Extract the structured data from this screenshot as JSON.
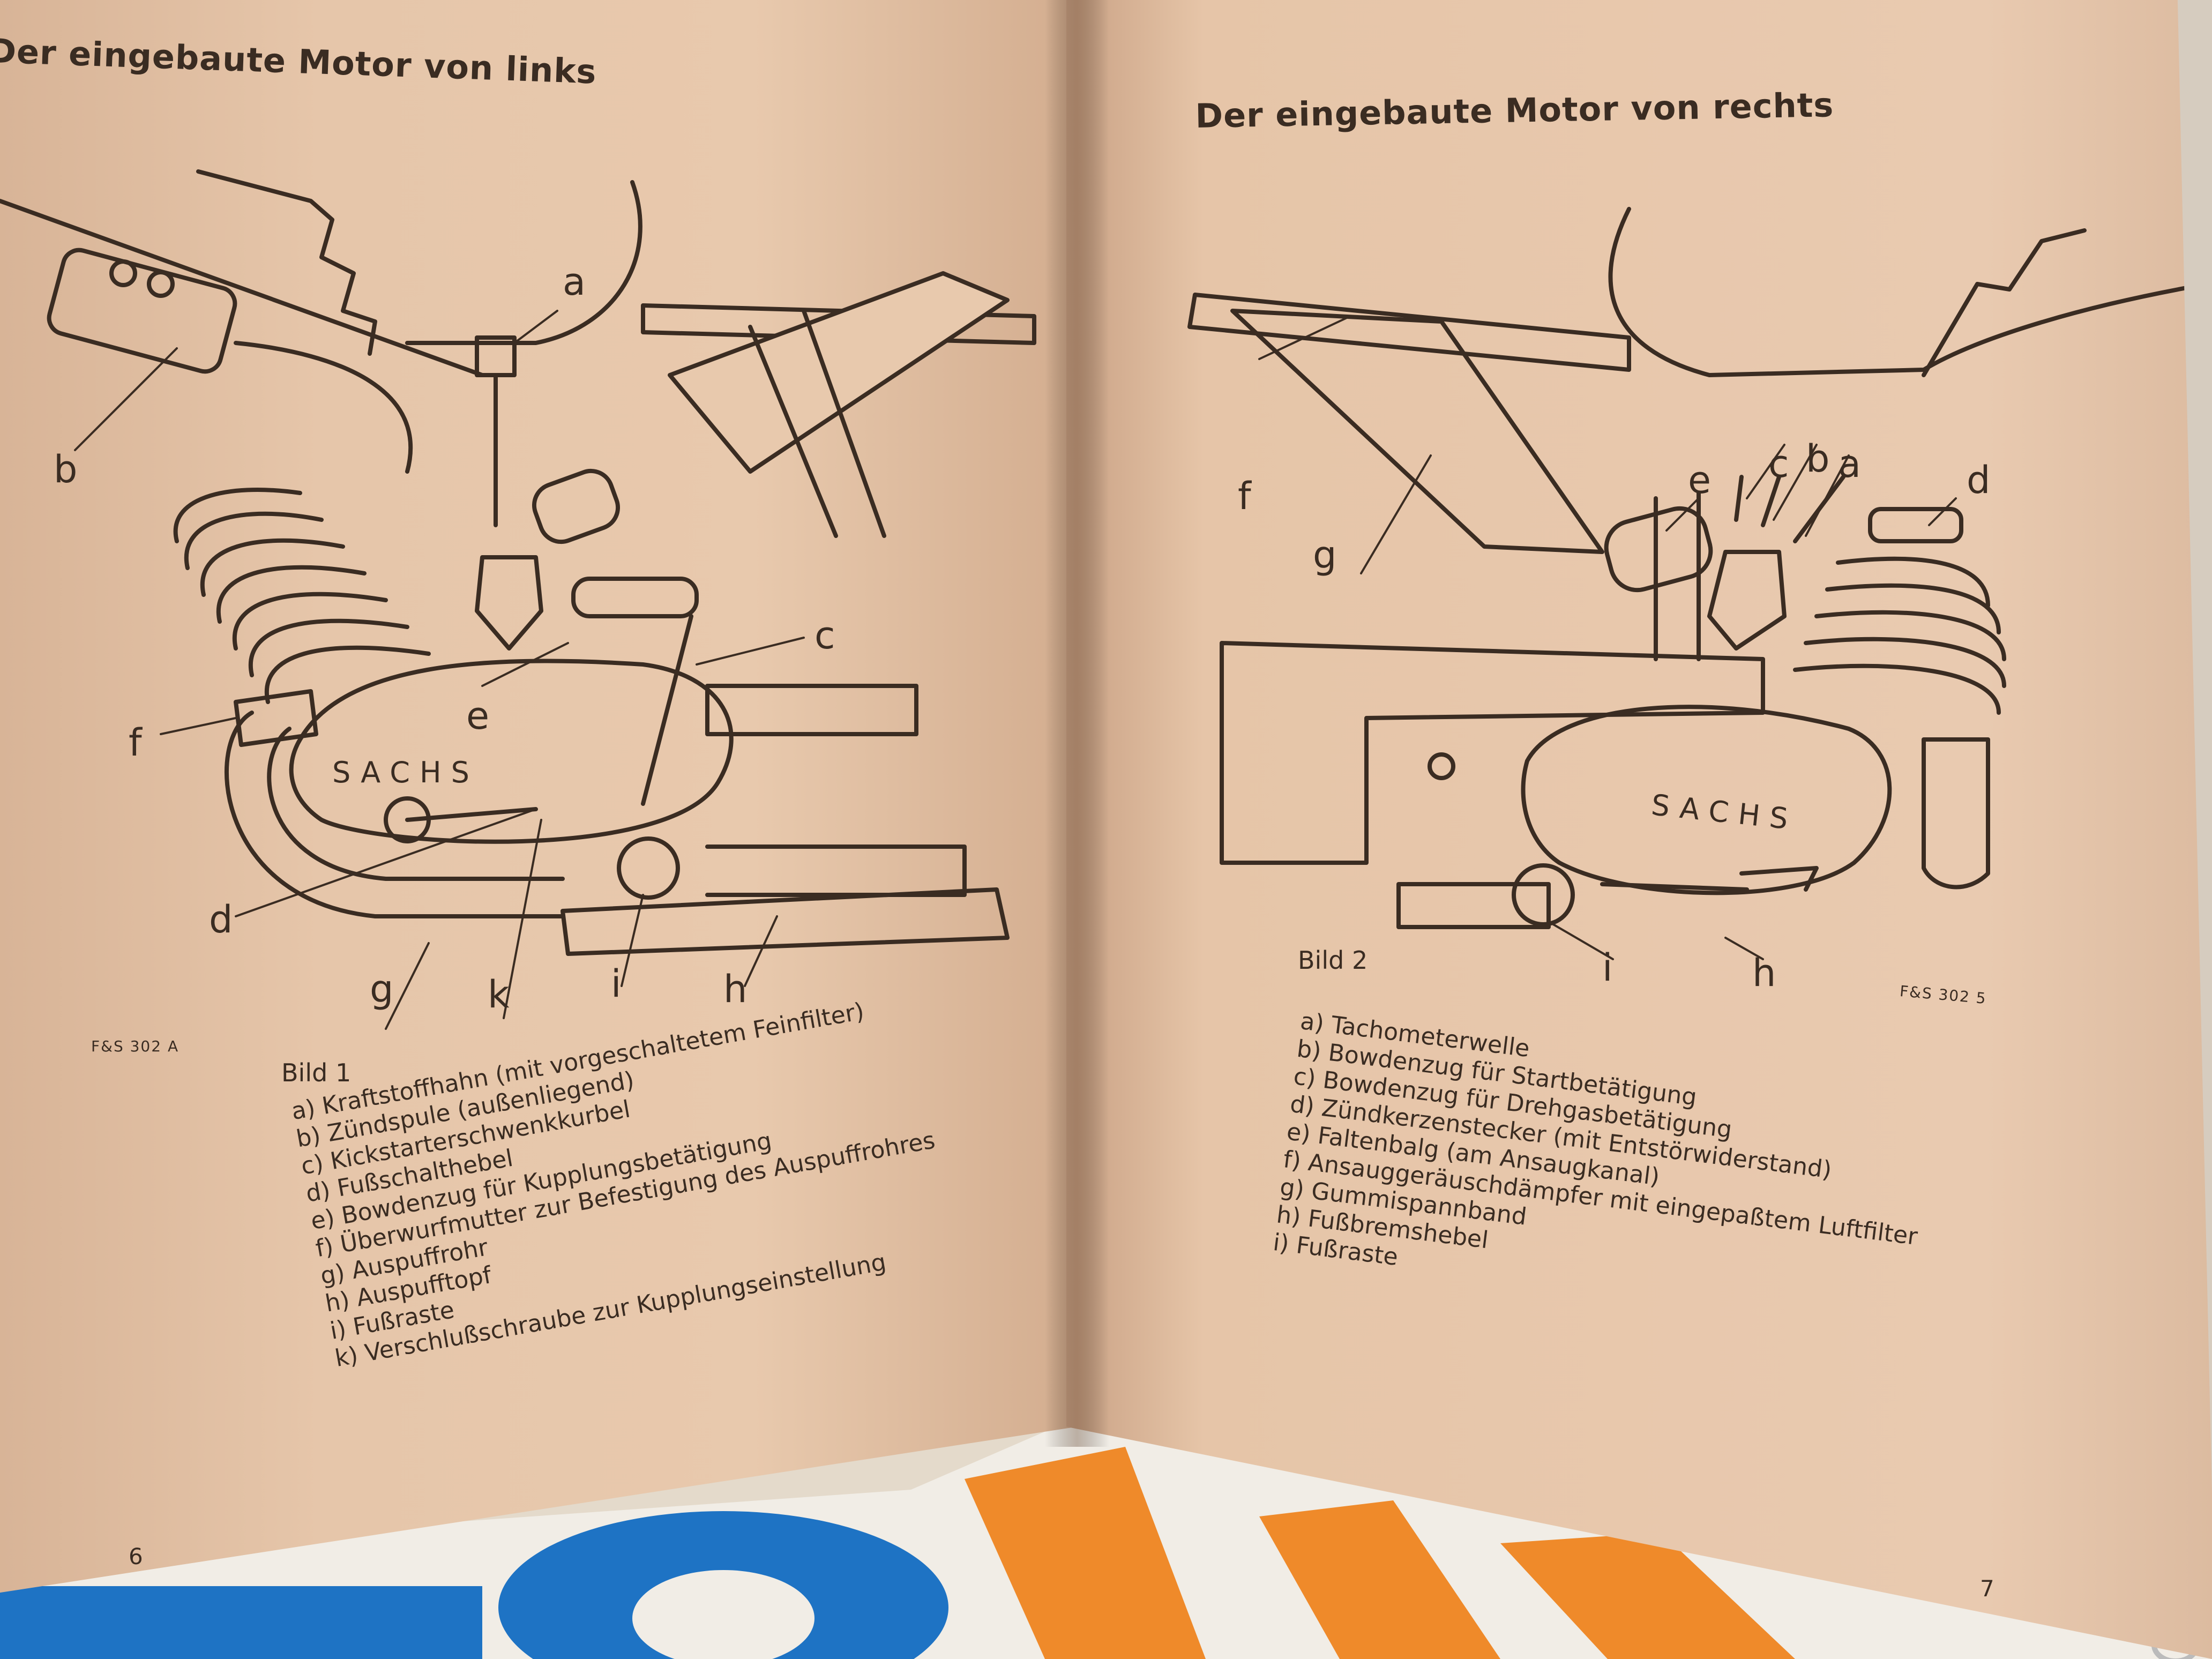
{
  "left_page": {
    "title": "Der eingebaute Motor von links",
    "figure_label": "Bild 1",
    "code": "F&S 302 A",
    "brand": "SACHS",
    "page_number": "6",
    "callouts": [
      "a",
      "b",
      "c",
      "d",
      "e",
      "f",
      "g",
      "k",
      "i",
      "h"
    ],
    "legend": [
      "a) Kraftstoffhahn (mit vorgeschaltetem Feinfilter)",
      "b) Zündspule (außenliegend)",
      "c) Kickstarterschwenkkurbel",
      "d) Fußschalthebel",
      "e) Bowdenzug für Kupplungsbetätigung",
      "f) Überwurfmutter zur Befestigung des Auspuffrohres",
      "g) Auspuffrohr",
      "h) Auspufftopf",
      "i) Fußraste",
      "k) Verschlußschraube zur Kupplungseinstellung"
    ]
  },
  "right_page": {
    "title": "Der eingebaute Motor von rechts",
    "figure_label": "Bild 2",
    "code": "F&S 302 5",
    "brand": "SACHS",
    "page_number": "7",
    "callouts": [
      "f",
      "g",
      "e",
      "c",
      "b",
      "a",
      "d",
      "i",
      "h"
    ],
    "legend": [
      "a) Tachometerwelle",
      "b) Bowdenzug für Startbetätigung",
      "c) Bowdenzug für Drehgasbetätigung",
      "d) Zündkerzenstecker (mit Entstörwiderstand)",
      "e) Faltenbalg (am Ansaugkanal)",
      "f) Ansauggeräuschdämpfer mit eingepaßtem Luftfilter",
      "g) Gummispannband",
      "h) Fußbremshebel",
      "i) Fußraste"
    ]
  },
  "colors": {
    "paper": "#e8c9ad",
    "ink": "#3a2c22",
    "background_orange": "#ef8a2a",
    "background_blue": "#1e73c4",
    "background_white": "#f1ede6"
  }
}
